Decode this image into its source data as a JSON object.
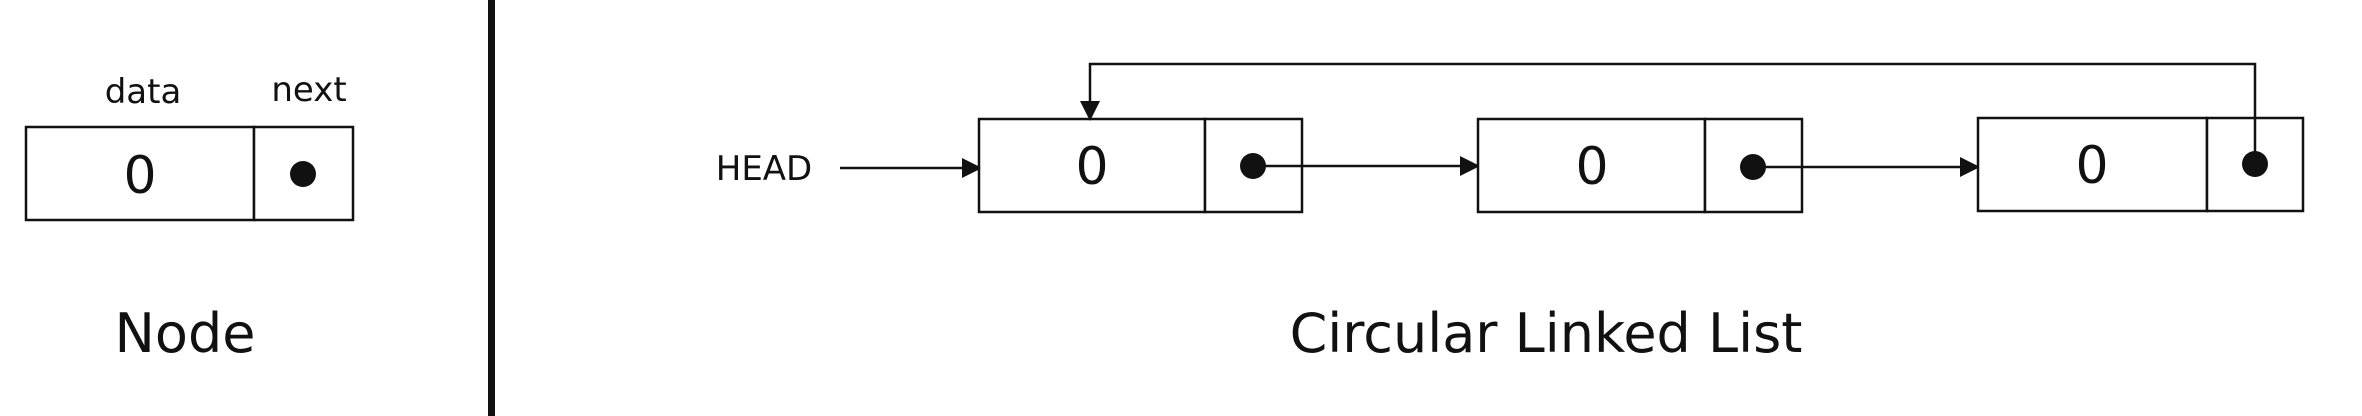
{
  "node_legend": {
    "data_label": "data",
    "next_label": "next",
    "value": "0",
    "title": "Node"
  },
  "circular_list": {
    "head_label": "HEAD",
    "values": [
      "0",
      "0",
      "0"
    ],
    "title": "Circular Linked List"
  }
}
